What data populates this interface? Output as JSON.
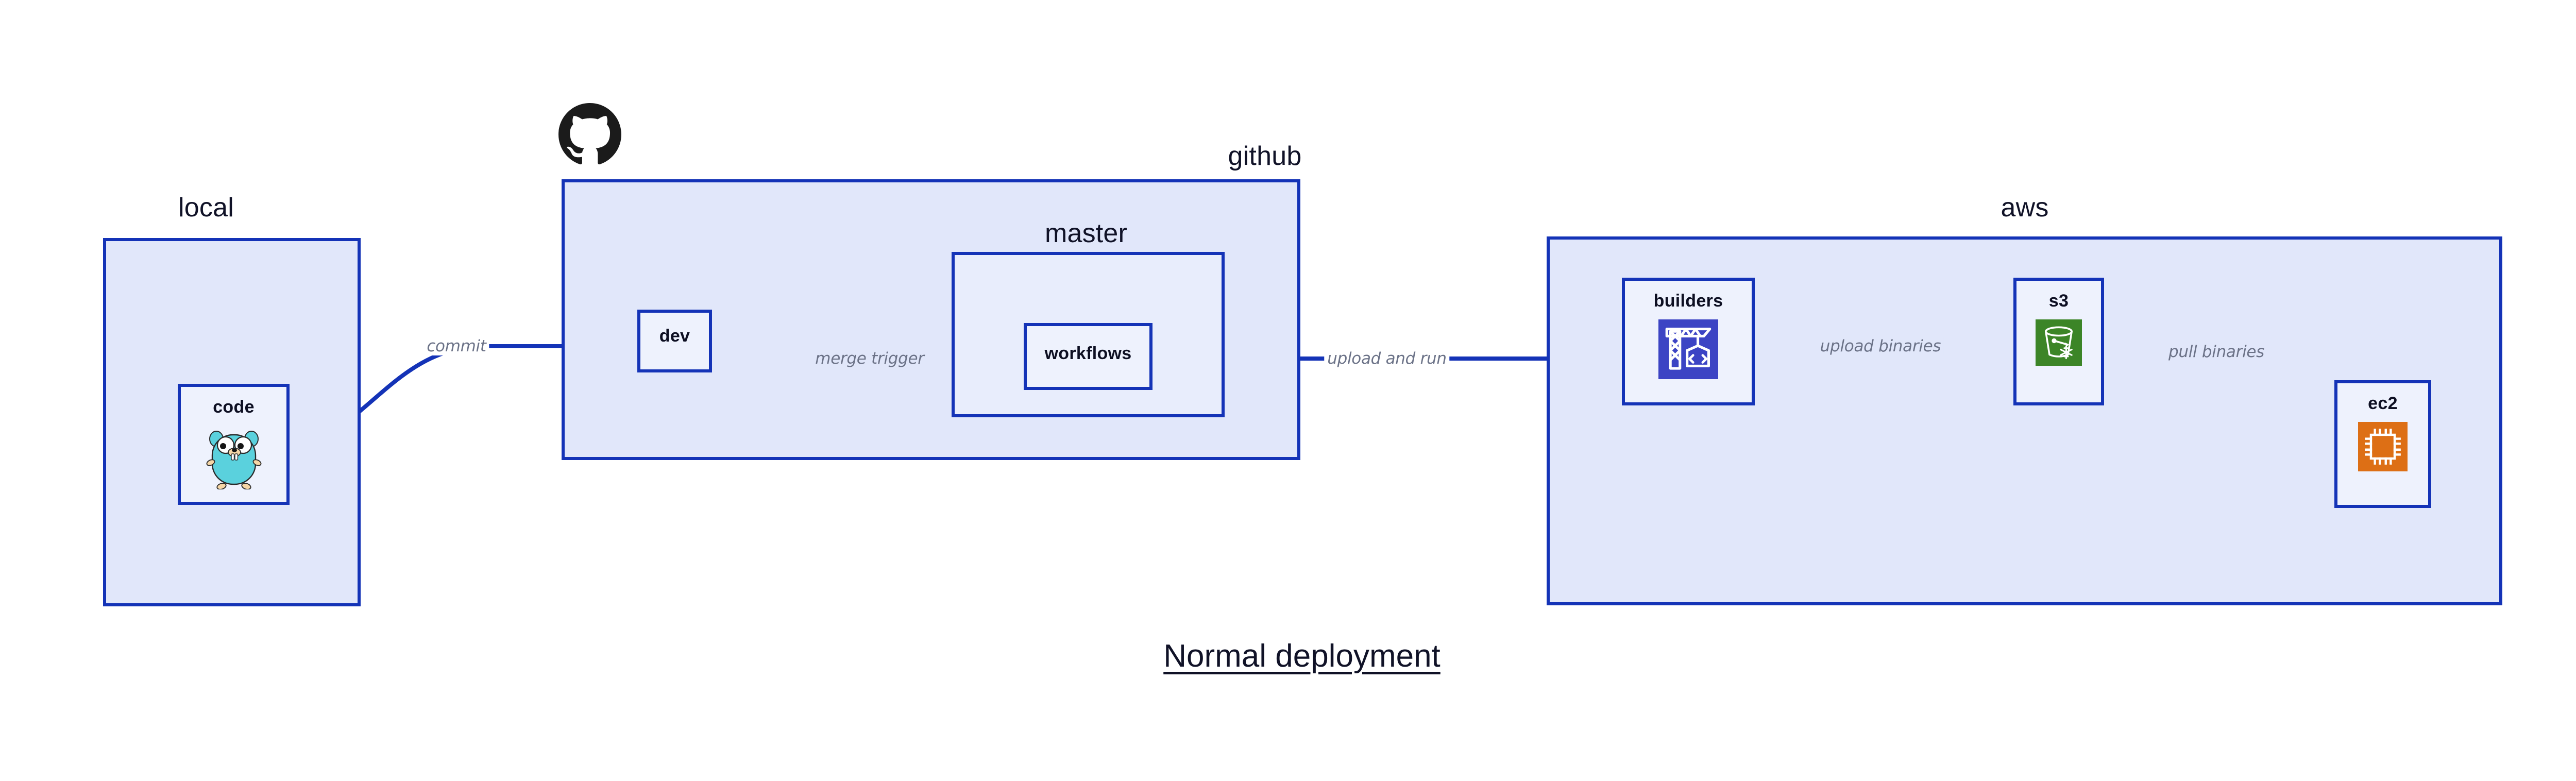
{
  "diagram": {
    "title": "Normal deployment",
    "background": "#ffffff",
    "accent_border": "#1433b7",
    "group_fill": "#e1e7fa",
    "subgroup_fill": "#e8edfc",
    "node_fill": "#eef2fd",
    "label_color": "#6b7287",
    "text_color": "#101227"
  },
  "groups": {
    "local": {
      "label": "local"
    },
    "github": {
      "label": "github",
      "icon": "github-octocat-icon"
    },
    "master": {
      "label": "master"
    },
    "aws": {
      "label": "aws"
    }
  },
  "nodes": {
    "code": {
      "label": "code",
      "icon": "go-gopher-icon",
      "icon_color": "#5ad1dd"
    },
    "dev": {
      "label": "dev",
      "icon": "none"
    },
    "workflows": {
      "label": "workflows",
      "icon": "none"
    },
    "builders": {
      "label": "builders",
      "icon": "aws-codebuild-icon",
      "icon_color": "#3c44c4"
    },
    "s3": {
      "label": "s3",
      "icon": "aws-s3-glacier-icon",
      "icon_color": "#3c8527"
    },
    "ec2": {
      "label": "ec2",
      "icon": "aws-ec2-chip-icon",
      "icon_color": "#dd6f15"
    }
  },
  "edges": [
    {
      "id": "commit",
      "label": "commit",
      "from": "code",
      "to": "dev"
    },
    {
      "id": "merge-trigger",
      "label": "merge trigger",
      "from": "dev",
      "to": "workflows"
    },
    {
      "id": "upload-and-run",
      "label": "upload and run",
      "from": "workflows",
      "to": "builders"
    },
    {
      "id": "upload-binaries",
      "label": "upload binaries",
      "from": "builders",
      "to": "s3"
    },
    {
      "id": "pull-binaries",
      "label": "pull binaries",
      "from": "s3",
      "to": "ec2"
    }
  ]
}
